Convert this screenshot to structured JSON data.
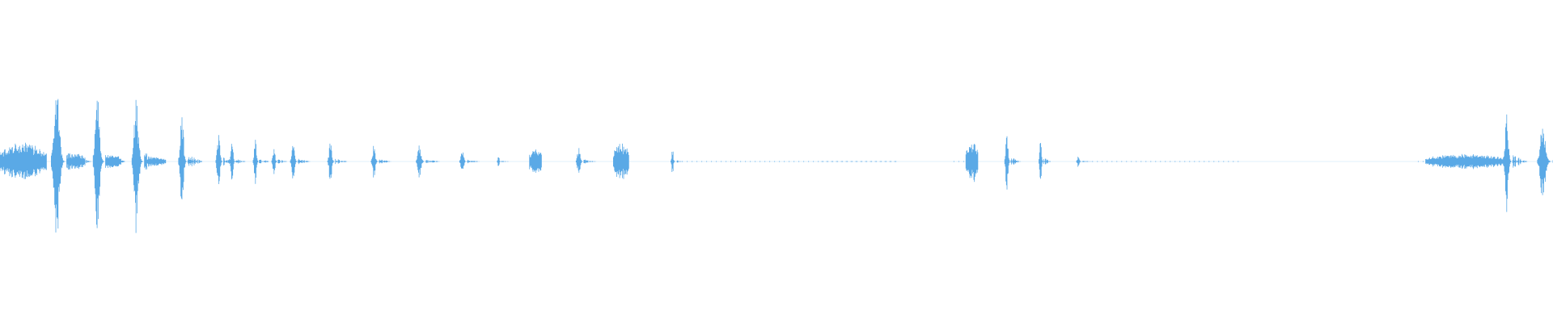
{
  "waveform": {
    "color": "#5aa9e6",
    "background": "#ffffff",
    "description_is_visual_only": true,
    "bursts": [
      {
        "x": 0.0,
        "w": 0.03,
        "amp": 0.22,
        "kind": "noise"
      },
      {
        "x": 0.033,
        "w": 0.01,
        "amp": 1.0,
        "kind": "peak"
      },
      {
        "x": 0.043,
        "w": 0.012,
        "amp": 0.1,
        "kind": "noise"
      },
      {
        "x": 0.06,
        "w": 0.008,
        "amp": 0.88,
        "kind": "peak"
      },
      {
        "x": 0.068,
        "w": 0.01,
        "amp": 0.08,
        "kind": "noise"
      },
      {
        "x": 0.085,
        "w": 0.008,
        "amp": 0.83,
        "kind": "peak"
      },
      {
        "x": 0.095,
        "w": 0.012,
        "amp": 0.05,
        "kind": "noise"
      },
      {
        "x": 0.115,
        "w": 0.006,
        "amp": 0.64,
        "kind": "peak"
      },
      {
        "x": 0.139,
        "w": 0.005,
        "amp": 0.4,
        "kind": "peak"
      },
      {
        "x": 0.148,
        "w": 0.004,
        "amp": 0.25,
        "kind": "peak"
      },
      {
        "x": 0.163,
        "w": 0.004,
        "amp": 0.33,
        "kind": "peak"
      },
      {
        "x": 0.175,
        "w": 0.004,
        "amp": 0.2,
        "kind": "peak"
      },
      {
        "x": 0.187,
        "w": 0.005,
        "amp": 0.27,
        "kind": "peak"
      },
      {
        "x": 0.211,
        "w": 0.005,
        "amp": 0.27,
        "kind": "peak"
      },
      {
        "x": 0.239,
        "w": 0.005,
        "amp": 0.23,
        "kind": "peak"
      },
      {
        "x": 0.268,
        "w": 0.006,
        "amp": 0.22,
        "kind": "peak"
      },
      {
        "x": 0.296,
        "w": 0.005,
        "amp": 0.17,
        "kind": "peak"
      },
      {
        "x": 0.32,
        "w": 0.003,
        "amp": 0.07,
        "kind": "peak"
      },
      {
        "x": 0.341,
        "w": 0.008,
        "amp": 0.17,
        "kind": "noise"
      },
      {
        "x": 0.371,
        "w": 0.005,
        "amp": 0.21,
        "kind": "peak"
      },
      {
        "x": 0.395,
        "w": 0.01,
        "amp": 0.22,
        "kind": "noise"
      },
      {
        "x": 0.432,
        "w": 0.003,
        "amp": 0.18,
        "kind": "peak"
      },
      {
        "x": 0.622,
        "w": 0.008,
        "amp": 0.25,
        "kind": "noise"
      },
      {
        "x": 0.647,
        "w": 0.004,
        "amp": 0.43,
        "kind": "peak"
      },
      {
        "x": 0.669,
        "w": 0.003,
        "amp": 0.37,
        "kind": "peak"
      },
      {
        "x": 0.693,
        "w": 0.004,
        "amp": 0.07,
        "kind": "peak"
      },
      {
        "x": 0.918,
        "w": 0.05,
        "amp": 0.09,
        "kind": "noise"
      },
      {
        "x": 0.968,
        "w": 0.006,
        "amp": 0.64,
        "kind": "peak"
      },
      {
        "x": 0.99,
        "w": 0.01,
        "amp": 0.45,
        "kind": "peak"
      }
    ],
    "silence_segments": [
      {
        "x1": 0.436,
        "x2": 0.578
      },
      {
        "x1": 0.529,
        "x2": 0.578
      },
      {
        "x1": 0.614,
        "x2": 0.622
      },
      {
        "x1": 0.697,
        "x2": 0.8
      },
      {
        "x1": 0.913,
        "x2": 0.918
      }
    ]
  }
}
